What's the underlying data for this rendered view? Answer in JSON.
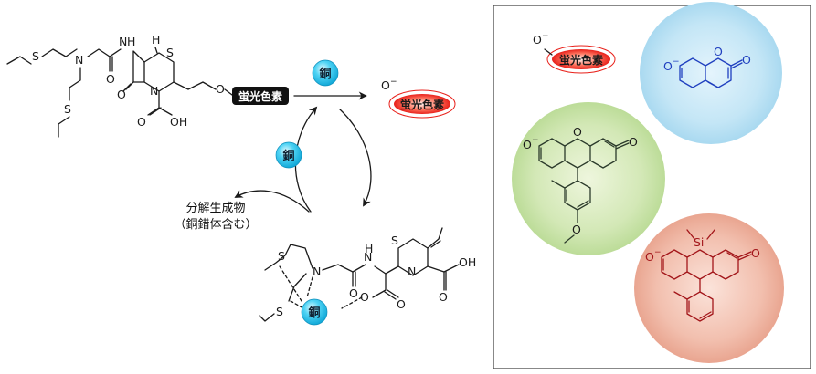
{
  "labels": {
    "copper": "銅",
    "fluorophore": "蛍光色素",
    "products": "分解生成物",
    "products_note": "（銅錯体含む）",
    "phenolate": "O",
    "minus": "−",
    "atom_S": "S",
    "atom_N": "N",
    "atom_NH": "N",
    "atom_H_nh": "H",
    "atom_H": "H",
    "atom_O": "O",
    "atom_OH": "OH",
    "atom_Si": "Si"
  },
  "colors": {
    "copper_ball": "#29c6ef",
    "dye_red": "#e8201a",
    "panel_border": "#555555",
    "coumarin_bg": "#bfe3f5",
    "fluorescein_bg": "#cfe6b0",
    "sirhodol_bg": "#f0b8a8",
    "coumarin_stroke": "#1f3fbf",
    "sirhodol_stroke": "#a3161a"
  }
}
